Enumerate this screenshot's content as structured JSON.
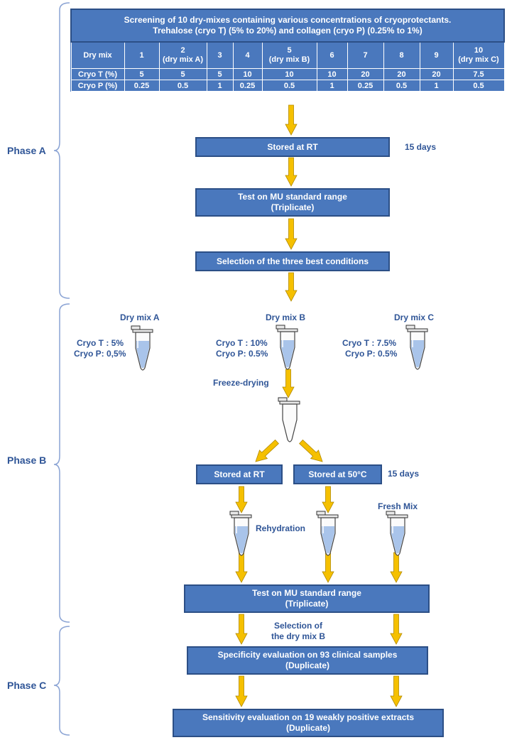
{
  "screening_table": {
    "title_line1": "Screening of 10 dry-mixes containing various concentrations of cryoprotectants.",
    "title_line2": "Trehalose (cryo T) (5% to 20%) and collagen (cryo P) (0.25% to 1%)",
    "header": [
      {
        "top": "Dry mix",
        "bottom": ""
      },
      {
        "top": "1",
        "bottom": ""
      },
      {
        "top": "2",
        "bottom": "(dry mix A)"
      },
      {
        "top": "3",
        "bottom": ""
      },
      {
        "top": "4",
        "bottom": ""
      },
      {
        "top": "5",
        "bottom": "(dry mix B)"
      },
      {
        "top": "6",
        "bottom": ""
      },
      {
        "top": "7",
        "bottom": ""
      },
      {
        "top": "8",
        "bottom": ""
      },
      {
        "top": "9",
        "bottom": ""
      },
      {
        "top": "10",
        "bottom": "(dry mix C)"
      }
    ],
    "rows": [
      [
        "Cryo T (%)",
        "5",
        "5",
        "5",
        "10",
        "10",
        "10",
        "20",
        "20",
        "20",
        "7.5"
      ],
      [
        "Cryo P (%)",
        "0.25",
        "0.5",
        "1",
        "0.25",
        "0.5",
        "1",
        "0.25",
        "0.5",
        "1",
        "0.5"
      ]
    ]
  },
  "phases": {
    "a": "Phase A",
    "b": "Phase B",
    "c": "Phase C"
  },
  "phase_a": {
    "stored_rt": "Stored at RT",
    "duration": "15 days",
    "test_line1": "Test on MU standard range",
    "test_line2": "(Triplicate)",
    "selection": "Selection of the three best conditions"
  },
  "phase_b": {
    "mix_a": {
      "name": "Dry mix A",
      "cryo_t": "Cryo T : 5%",
      "cryo_p": "Cryo P: 0,5%"
    },
    "mix_b": {
      "name": "Dry mix B",
      "cryo_t": "Cryo T : 10%",
      "cryo_p": "Cryo P: 0.5%"
    },
    "mix_c": {
      "name": "Dry mix C",
      "cryo_t": "Cryo T : 7.5%",
      "cryo_p": "Cryo P: 0.5%"
    },
    "freeze_drying": "Freeze-drying",
    "stored_rt": "Stored at RT",
    "stored_50": "Stored at 50°C",
    "duration": "15 days",
    "rehydration": "Rehydration",
    "fresh_mix": "Fresh Mix",
    "test_line1": "Test on MU standard range",
    "test_line2": "(Triplicate)"
  },
  "phase_c": {
    "selection_line1": "Selection of",
    "selection_line2": "the dry mix B",
    "specificity_line1": "Specificity evaluation on 93 clinical samples",
    "specificity_line2": "(Duplicate)",
    "sensitivity_line1": "Sensitivity evaluation on 19 weakly positive extracts",
    "sensitivity_line2": "(Duplicate)"
  },
  "colors": {
    "box": "#4a78bd",
    "box_border": "#2c4f86",
    "text_blue": "#2f5597",
    "arrow": "#f5c000",
    "arrow_border": "#b38a00",
    "liquid": "#a9c4ea"
  }
}
